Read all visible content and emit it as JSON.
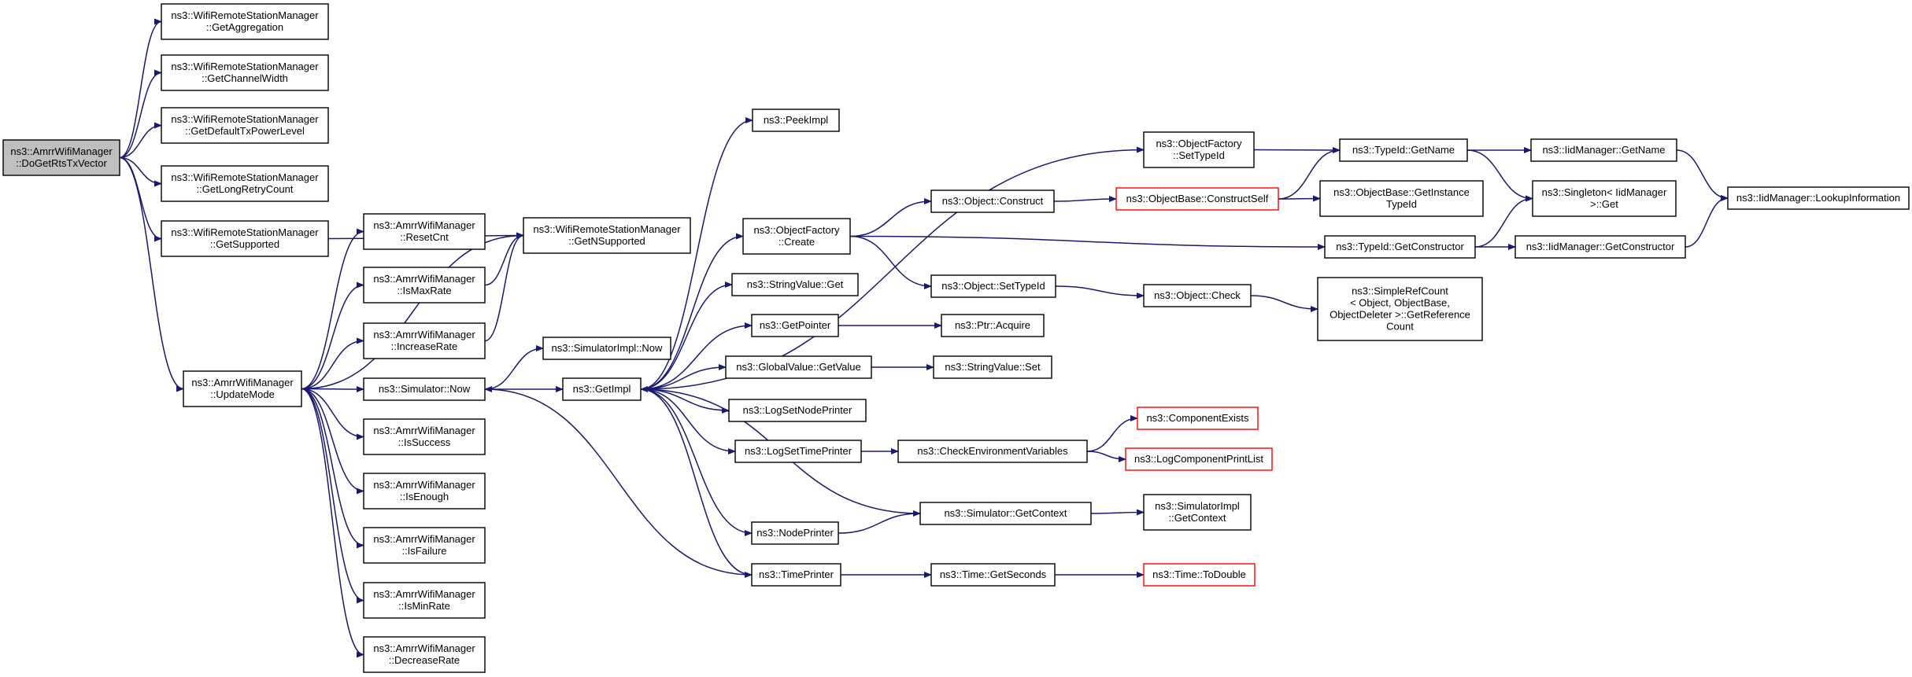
{
  "diagram": {
    "colors": {
      "edge": "#191970",
      "box_border": "#000000",
      "truncated_border": "#ff0000",
      "root_fill": "#bfbfbf",
      "box_fill": "#ffffff"
    },
    "nodes": [
      {
        "id": "root",
        "lines": [
          "ns3::AmrrWifiManager",
          "::DoGetRtsTxVector"
        ],
        "kind": "root"
      },
      {
        "id": "getAggregation",
        "lines": [
          "ns3::WifiRemoteStationManager",
          "::GetAggregation"
        ]
      },
      {
        "id": "getChannelWidth",
        "lines": [
          "ns3::WifiRemoteStationManager",
          "::GetChannelWidth"
        ]
      },
      {
        "id": "getDefaultTxPowerLevel",
        "lines": [
          "ns3::WifiRemoteStationManager",
          "::GetDefaultTxPowerLevel"
        ]
      },
      {
        "id": "getLongRetryCount",
        "lines": [
          "ns3::WifiRemoteStationManager",
          "::GetLongRetryCount"
        ]
      },
      {
        "id": "getSupported",
        "lines": [
          "ns3::WifiRemoteStationManager",
          "::GetSupported"
        ]
      },
      {
        "id": "updateMode",
        "lines": [
          "ns3::AmrrWifiManager",
          "::UpdateMode"
        ]
      },
      {
        "id": "getNSupported",
        "lines": [
          "ns3::WifiRemoteStationManager",
          "::GetNSupported"
        ]
      },
      {
        "id": "resetCnt",
        "lines": [
          "ns3::AmrrWifiManager",
          "::ResetCnt"
        ]
      },
      {
        "id": "isMaxRate",
        "lines": [
          "ns3::AmrrWifiManager",
          "::IsMaxRate"
        ]
      },
      {
        "id": "increaseRate",
        "lines": [
          "ns3::AmrrWifiManager",
          "::IncreaseRate"
        ]
      },
      {
        "id": "simNow",
        "lines": [
          "ns3::Simulator::Now"
        ]
      },
      {
        "id": "isSuccess",
        "lines": [
          "ns3::AmrrWifiManager",
          "::IsSuccess"
        ]
      },
      {
        "id": "isEnough",
        "lines": [
          "ns3::AmrrWifiManager",
          "::IsEnough"
        ]
      },
      {
        "id": "isFailure",
        "lines": [
          "ns3::AmrrWifiManager",
          "::IsFailure"
        ]
      },
      {
        "id": "isMinRate",
        "lines": [
          "ns3::AmrrWifiManager",
          "::IsMinRate"
        ]
      },
      {
        "id": "decreaseRate",
        "lines": [
          "ns3::AmrrWifiManager",
          "::DecreaseRate"
        ]
      },
      {
        "id": "simImplNow",
        "lines": [
          "ns3::SimulatorImpl::Now"
        ]
      },
      {
        "id": "getImpl",
        "lines": [
          "ns3::GetImpl"
        ]
      },
      {
        "id": "peekImpl",
        "lines": [
          "ns3::PeekImpl"
        ]
      },
      {
        "id": "ofCreate",
        "lines": [
          "ns3::ObjectFactory",
          "::Create"
        ]
      },
      {
        "id": "strValGet",
        "lines": [
          "ns3::StringValue::Get"
        ]
      },
      {
        "id": "getPointer",
        "lines": [
          "ns3::GetPointer"
        ]
      },
      {
        "id": "gvGetValue",
        "lines": [
          "ns3::GlobalValue::GetValue"
        ]
      },
      {
        "id": "logSetNodePrinter",
        "lines": [
          "ns3::LogSetNodePrinter"
        ]
      },
      {
        "id": "logSetTimePrinter",
        "lines": [
          "ns3::LogSetTimePrinter"
        ]
      },
      {
        "id": "nodePrinter",
        "lines": [
          "ns3::NodePrinter"
        ]
      },
      {
        "id": "timePrinter",
        "lines": [
          "ns3::TimePrinter"
        ]
      },
      {
        "id": "ofSetTypeId",
        "lines": [
          "ns3::ObjectFactory",
          "::SetTypeId"
        ]
      },
      {
        "id": "objConstruct",
        "lines": [
          "ns3::Object::Construct"
        ]
      },
      {
        "id": "objSetTypeId",
        "lines": [
          "ns3::Object::SetTypeId"
        ]
      },
      {
        "id": "ptrAcquire",
        "lines": [
          "ns3::Ptr::Acquire"
        ]
      },
      {
        "id": "strValSet",
        "lines": [
          "ns3::StringValue::Set"
        ]
      },
      {
        "id": "checkEnvVars",
        "lines": [
          "ns3::CheckEnvironmentVariables"
        ]
      },
      {
        "id": "simGetContext",
        "lines": [
          "ns3::Simulator::GetContext"
        ]
      },
      {
        "id": "timeGetSeconds",
        "lines": [
          "ns3::Time::GetSeconds"
        ]
      },
      {
        "id": "obConstructSelf",
        "lines": [
          "ns3::ObjectBase::ConstructSelf"
        ],
        "kind": "truncated"
      },
      {
        "id": "objCheck",
        "lines": [
          "ns3::Object::Check"
        ]
      },
      {
        "id": "componentExists",
        "lines": [
          "ns3::ComponentExists"
        ],
        "kind": "truncated"
      },
      {
        "id": "logComponentPrintList",
        "lines": [
          "ns3::LogComponentPrintList"
        ],
        "kind": "truncated"
      },
      {
        "id": "simImplGetContext",
        "lines": [
          "ns3::SimulatorImpl",
          "::GetContext"
        ]
      },
      {
        "id": "timeToDouble",
        "lines": [
          "ns3::Time::ToDouble"
        ],
        "kind": "truncated"
      },
      {
        "id": "typeIdGetName",
        "lines": [
          "ns3::TypeId::GetName"
        ]
      },
      {
        "id": "obGetInstanceTypeId",
        "lines": [
          "ns3::ObjectBase::GetInstance",
          "TypeId"
        ]
      },
      {
        "id": "typeIdGetConstructor",
        "lines": [
          "ns3::TypeId::GetConstructor"
        ]
      },
      {
        "id": "simpleRefCountGetRefCount",
        "lines": [
          "ns3::SimpleRefCount",
          "< Object, ObjectBase,",
          "ObjectDeleter >::GetReference",
          "Count"
        ]
      },
      {
        "id": "iidGetName",
        "lines": [
          "ns3::IidManager::GetName"
        ]
      },
      {
        "id": "singletonGet",
        "lines": [
          "ns3::Singleton< IidManager",
          ">::Get"
        ]
      },
      {
        "id": "iidGetConstructor",
        "lines": [
          "ns3::IidManager::GetConstructor"
        ]
      },
      {
        "id": "iidLookupInformation",
        "lines": [
          "ns3::IidManager::LookupInformation"
        ]
      }
    ],
    "edges": [
      [
        "root",
        "getAggregation"
      ],
      [
        "root",
        "getChannelWidth"
      ],
      [
        "root",
        "getDefaultTxPowerLevel"
      ],
      [
        "root",
        "getLongRetryCount"
      ],
      [
        "root",
        "getSupported"
      ],
      [
        "root",
        "updateMode"
      ],
      [
        "getSupported",
        "getNSupported"
      ],
      [
        "updateMode",
        "getNSupported"
      ],
      [
        "updateMode",
        "resetCnt"
      ],
      [
        "updateMode",
        "isMaxRate"
      ],
      [
        "updateMode",
        "increaseRate"
      ],
      [
        "updateMode",
        "simNow"
      ],
      [
        "updateMode",
        "isSuccess"
      ],
      [
        "updateMode",
        "isEnough"
      ],
      [
        "updateMode",
        "isFailure"
      ],
      [
        "updateMode",
        "isMinRate"
      ],
      [
        "updateMode",
        "decreaseRate"
      ],
      [
        "isMaxRate",
        "getNSupported"
      ],
      [
        "increaseRate",
        "getNSupported"
      ],
      [
        "simNow",
        "simImplNow"
      ],
      [
        "simNow",
        "getImpl"
      ],
      [
        "getImpl",
        "peekImpl"
      ],
      [
        "getImpl",
        "ofSetTypeId"
      ],
      [
        "getImpl",
        "ofCreate"
      ],
      [
        "getImpl",
        "strValGet"
      ],
      [
        "getImpl",
        "getPointer"
      ],
      [
        "getImpl",
        "gvGetValue"
      ],
      [
        "getImpl",
        "logSetNodePrinter"
      ],
      [
        "getImpl",
        "logSetTimePrinter"
      ],
      [
        "getImpl",
        "nodePrinter"
      ],
      [
        "getImpl",
        "timePrinter"
      ],
      [
        "ofCreate",
        "objConstruct"
      ],
      [
        "ofCreate",
        "objSetTypeId"
      ],
      [
        "ofCreate",
        "typeIdGetConstructor"
      ],
      [
        "getPointer",
        "ptrAcquire"
      ],
      [
        "gvGetValue",
        "strValSet"
      ],
      [
        "logSetTimePrinter",
        "checkEnvVars"
      ],
      [
        "nodePrinter",
        "simGetContext"
      ],
      [
        "simGetContext",
        "getImpl"
      ],
      [
        "simGetContext",
        "simImplGetContext"
      ],
      [
        "timePrinter",
        "simNow"
      ],
      [
        "timePrinter",
        "timeGetSeconds"
      ],
      [
        "timeGetSeconds",
        "timeToDouble"
      ],
      [
        "ofSetTypeId",
        "typeIdGetName"
      ],
      [
        "objConstruct",
        "obConstructSelf"
      ],
      [
        "obConstructSelf",
        "typeIdGetName"
      ],
      [
        "obConstructSelf",
        "obGetInstanceTypeId"
      ],
      [
        "objSetTypeId",
        "objCheck"
      ],
      [
        "objCheck",
        "simpleRefCountGetRefCount"
      ],
      [
        "checkEnvVars",
        "componentExists"
      ],
      [
        "checkEnvVars",
        "logComponentPrintList"
      ],
      [
        "typeIdGetName",
        "iidGetName"
      ],
      [
        "typeIdGetName",
        "singletonGet"
      ],
      [
        "typeIdGetConstructor",
        "singletonGet"
      ],
      [
        "typeIdGetConstructor",
        "iidGetConstructor"
      ],
      [
        "iidGetName",
        "iidLookupInformation"
      ],
      [
        "iidGetConstructor",
        "iidLookupInformation"
      ]
    ]
  }
}
